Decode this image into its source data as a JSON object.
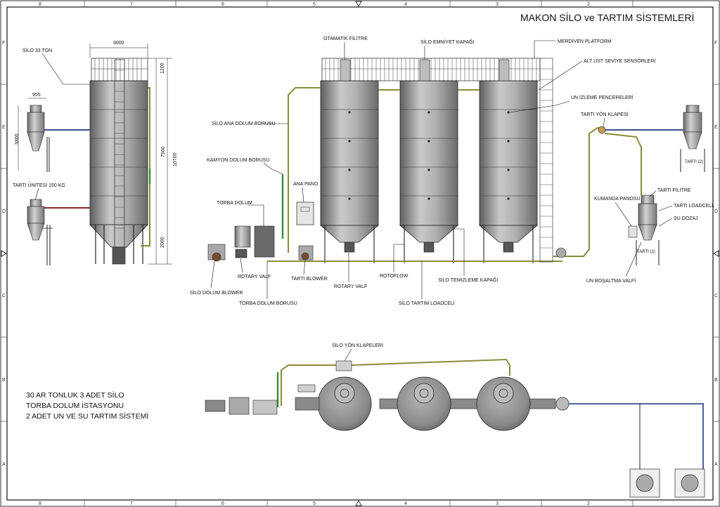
{
  "title": "MAKON SİLO ve TARTIM SİSTEMLERİ",
  "grid": {
    "top_numbers": [
      "8",
      "7",
      "6",
      "5",
      "4",
      "3",
      "2"
    ],
    "side_letters": [
      "F",
      "E",
      "D",
      "C",
      "B",
      "A"
    ]
  },
  "left_labels": {
    "silo33": "SİLO 33 TON",
    "tarti_unitesi": "TARTI ÜNİTESİ 150 KG"
  },
  "dimensions": {
    "d3000": "3000",
    "d955": "955",
    "d3300": "3300",
    "d1200": "1200",
    "d7500": "7500",
    "d10700": "10700",
    "d2000": "2000"
  },
  "callouts": {
    "otomatik_filitre": "OTAMATİK FİLİTRE",
    "silo_emniyet": "SİLO EMNİYET KAPAĞI",
    "merdiven": "MERDİVEN PLATFORM",
    "alt_ust": "ALT ÜST SEVİYE SENSÖRLERİ",
    "un_izleme": "UN İZLEME PENCERELERİ",
    "tarti_yon": "TARTI YÖN KLAPESİ",
    "silo_ana_dolum": "SİLO ANA DOLUM BORUSU",
    "kamyon_dolum": "KAMYON DOLUM BORUSU",
    "ana_pano": "ANA PANO",
    "torba_dolum": "TORBA DOLUM",
    "rotary_valf_1": "ROTARY VALF",
    "silo_dolum_blower": "SİLO DOLUM BLOWER",
    "torba_dolum_borusu": "TORBA DOLUM BORUSU",
    "tarti_blower": "TARTI BLOWER",
    "rotary_valf_2": "ROTARY VALF",
    "rotoflow": "ROTOFLOW",
    "silo_tartim_loadceli": "SİLO TARTIM LOADCELİ",
    "silo_temizleme": "SİLO TEMİZLEME KAPAĞI",
    "kumanda_panosu": "KUMANDA PANOSU",
    "tarti_filitre": "TARTI FİLİTRE",
    "tarti_loadcell": "TARTI LOADCELL",
    "su_dozaj": "SU DOZAJ",
    "un_bosaltma": "UN BOŞALTMA  VALFİ",
    "tarti_1": "TARTI (1)",
    "tarti_2": "TARTI (2)",
    "silo_yon_klapeleri": "SİLO YÖN KLAPELERİ"
  },
  "notes": {
    "line1": "30 AR TONLUK 3 ADET SİLO",
    "line2": "TORBA DOLUM İSTASYONU",
    "line3": "2 ADET UN VE SU TARTIM SİSTEMİ"
  },
  "colors": {
    "steel_dark": "#6d6d6d",
    "steel_light": "#c9c9c9",
    "pipe_olive": "#8a8c3a",
    "pipe_blue": "#3a4f8a",
    "pipe_red": "#8a2a2a",
    "pipe_green": "#3f8a3a"
  }
}
